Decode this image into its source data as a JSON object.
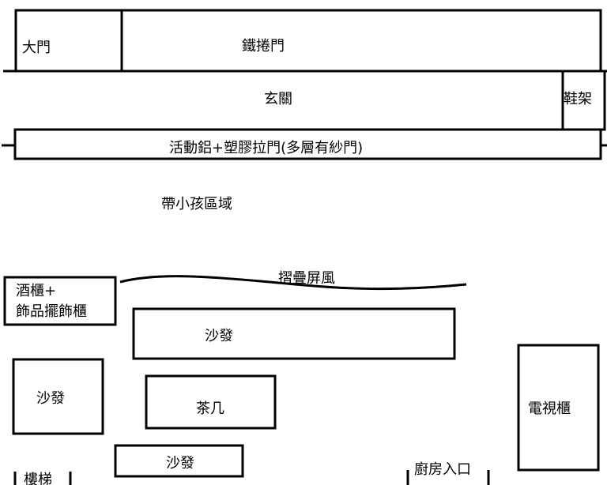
{
  "labels": {
    "main_door": "大門",
    "rolling_shutter": "鐵捲門",
    "entryway": "玄關",
    "shoe_rack": "鞋架",
    "sliding_door": "活動鋁+塑膠拉門(多層有紗門)",
    "kids_area": "帶小孩區域",
    "folding_screen": "摺疊屏風",
    "cabinet_line1": "酒櫃+",
    "cabinet_line2": "飾品擺飾櫃",
    "sofa_top": "沙發",
    "sofa_left": "沙發",
    "coffee_table": "茶几",
    "sofa_bottom": "沙發",
    "tv_cabinet": "電視櫃",
    "stairs": "樓梯",
    "kitchen_entrance": "廚房入口"
  }
}
